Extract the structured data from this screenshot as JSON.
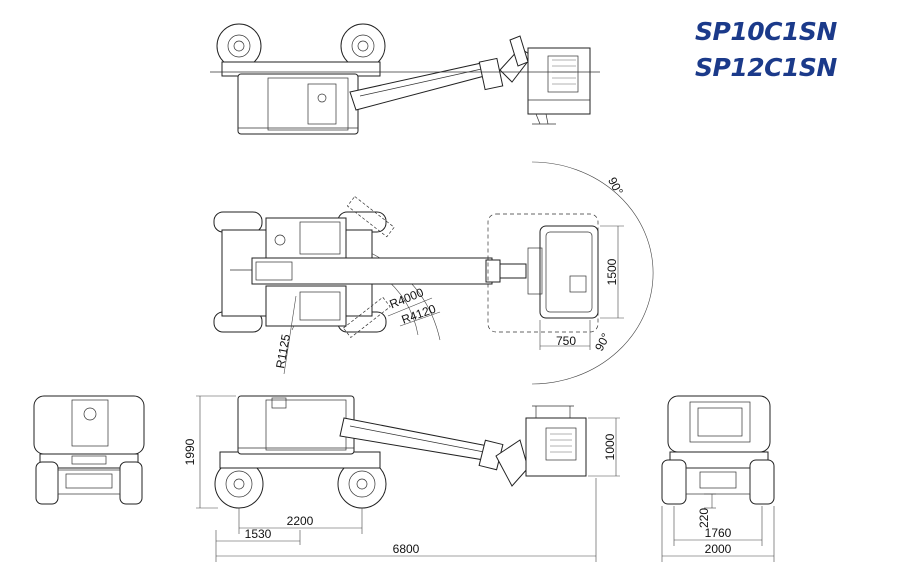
{
  "models": [
    "SP10C1SN",
    "SP12C1SN"
  ],
  "dimensions": {
    "swing_angle_top": "90°",
    "swing_angle_bottom": "90°",
    "radius_outer": "R4120",
    "radius_inner": "R4000",
    "radius_tail": "R1125",
    "platform_width": "1500",
    "platform_depth": "750",
    "platform_height": "1000",
    "stowed_height": "1990",
    "wheelbase": "2200",
    "front_overhang": "1530",
    "overall_length": "6800",
    "track_width": "1760",
    "overall_width": "2000",
    "ground_clearance": "220"
  }
}
